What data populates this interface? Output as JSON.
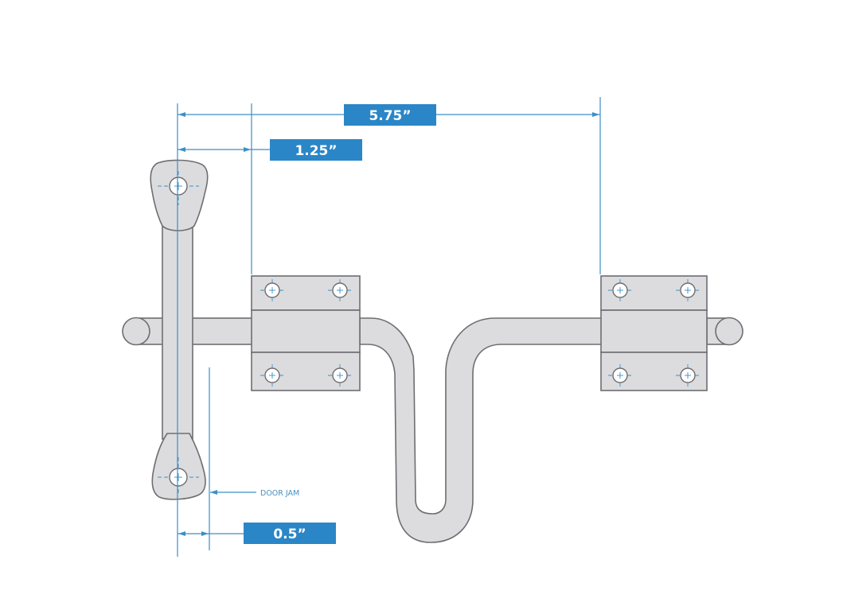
{
  "diagram": {
    "type": "technical-drawing",
    "subject": "slide bolt latch with handle and offset (gooseneck) bar",
    "colors": {
      "part_fill": "#dcdcde",
      "part_stroke": "#6e6e72",
      "dimension_line": "#3b8fc6",
      "label_box": "#2a86c7",
      "label_text": "#ffffff"
    },
    "dimensions": {
      "overall": {
        "label": "5.75”"
      },
      "handle_to_bracket": {
        "label": "1.25”"
      },
      "handle_to_jam": {
        "label": "0.5”"
      }
    },
    "annotations": {
      "door_jam": "DOOR JAM"
    },
    "parts": [
      {
        "id": "handle",
        "name": "Handle with two mounting holes"
      },
      {
        "id": "left-bracket",
        "name": "Left mounting bracket, 4 holes"
      },
      {
        "id": "right-bracket",
        "name": "Right mounting bracket, 4 holes"
      },
      {
        "id": "bolt-bar",
        "name": "Slide bolt bar with U-shaped offset"
      }
    ]
  }
}
